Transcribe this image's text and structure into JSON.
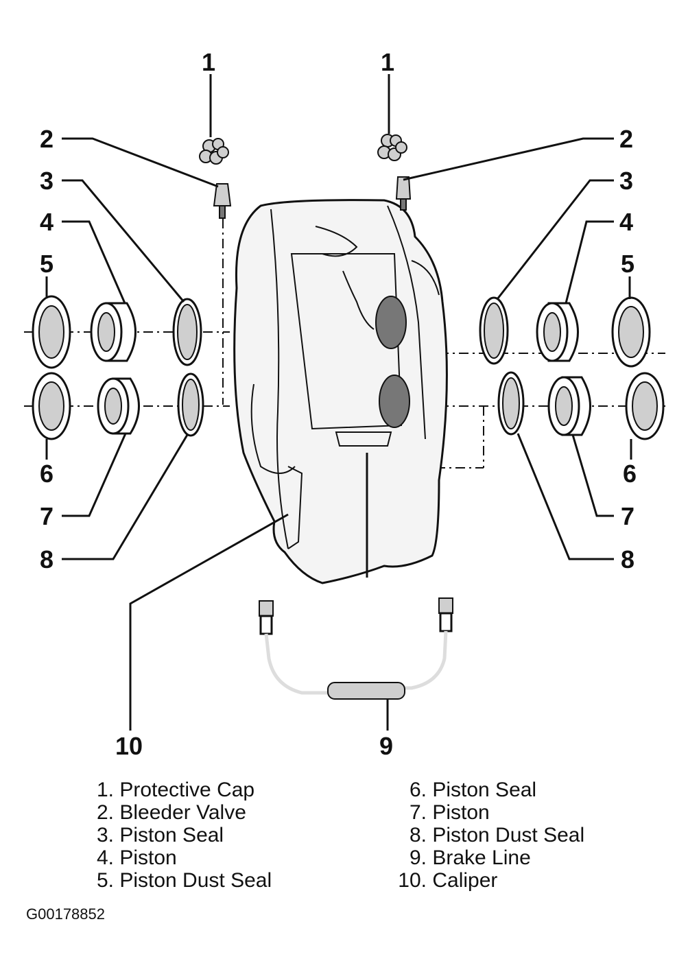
{
  "callouts": {
    "c1": "1",
    "c2": "2",
    "c3": "3",
    "c4": "4",
    "c5": "5",
    "c6": "6",
    "c7": "7",
    "c8": "8",
    "c9": "9",
    "c10": "10"
  },
  "legend": {
    "left": [
      {
        "num": "1.",
        "label": "Protective Cap"
      },
      {
        "num": "2.",
        "label": "Bleeder Valve"
      },
      {
        "num": "3.",
        "label": "Piston Seal"
      },
      {
        "num": "4.",
        "label": "Piston"
      },
      {
        "num": "5.",
        "label": "Piston Dust Seal"
      }
    ],
    "right": [
      {
        "num": "6.",
        "label": "Piston Seal"
      },
      {
        "num": "7.",
        "label": "Piston"
      },
      {
        "num": "8.",
        "label": "Piston Dust Seal"
      },
      {
        "num": "9.",
        "label": "Brake Line"
      },
      {
        "num": "10.",
        "label": "Caliper"
      }
    ]
  },
  "figure_id": "G00178852"
}
